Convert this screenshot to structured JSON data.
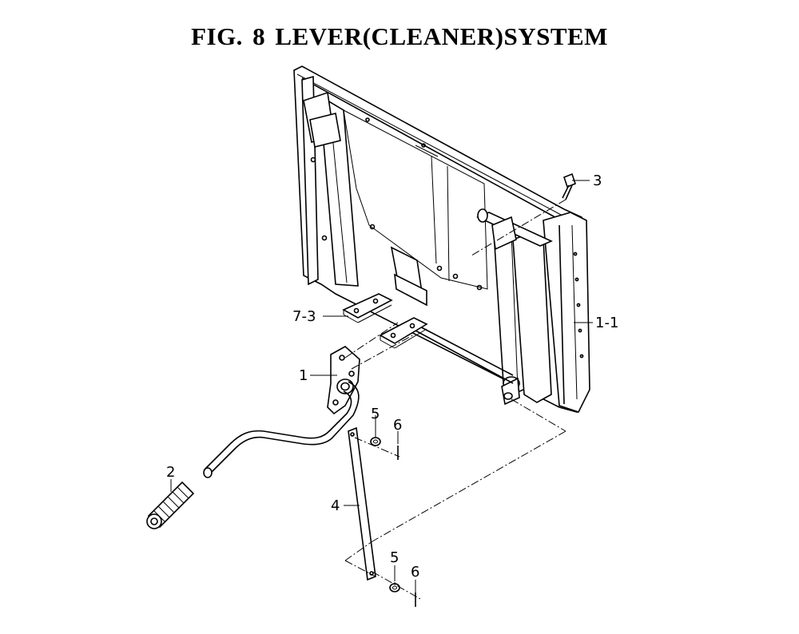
{
  "title": "FIG. 8  LEVER(CLEANER)SYSTEM",
  "callouts": {
    "c3": "3",
    "c1_1": "1-1",
    "c7_3": "7-3",
    "c1": "1",
    "c5a": "5",
    "c6a": "6",
    "c2": "2",
    "c4": "4",
    "c5b": "5",
    "c6b": "6"
  }
}
